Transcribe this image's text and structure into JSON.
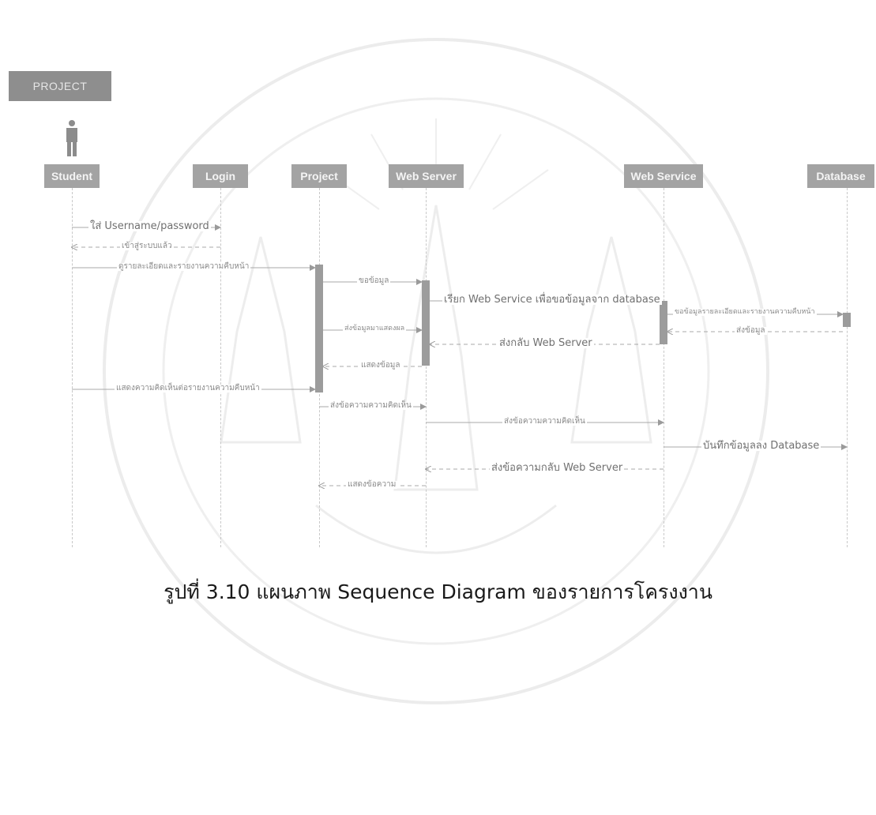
{
  "header": {
    "label": "PROJECT"
  },
  "lifelines": [
    {
      "id": "student",
      "label": "Student"
    },
    {
      "id": "login",
      "label": "Login"
    },
    {
      "id": "project",
      "label": "Project"
    },
    {
      "id": "webserver",
      "label": "Web Server"
    },
    {
      "id": "webservice",
      "label": "Web Service"
    },
    {
      "id": "database",
      "label": "Database"
    }
  ],
  "messages": {
    "m1": "ใส่ Username/password",
    "m2": "เข้าสู่ระบบแล้ว",
    "m3": "ดูรายละเอียดและรายงานความคืบหน้า",
    "m4": "ขอข้อมูล",
    "m5": "เรียก Web Service เพื่อขอข้อมูลจาก database",
    "m6": "ขอข้อมูลรายละเอียดและรายงานความคืบหน้า",
    "m7": "ส่งข้อมูล",
    "m8": "ส่งข้อมูลมาแสดงผล",
    "m9": "ส่งกลับ Web Server",
    "m10": "แสดงข้อมูล",
    "m11": "แสดงความคิดเห็นต่อรายงานความคืบหน้า",
    "m12": "ส่งข้อความความคิดเห็น",
    "m13": "ส่งข้อความความคิดเห็น",
    "m14": "บันทึกข้อมูลลง Database",
    "m15": "ส่งข้อความกลับ Web Server",
    "m16": "แสดงข้อความ"
  },
  "caption": "รูปที่ 3.10 แผนภาพ Sequence Diagram ของรายการโครงงาน",
  "colors": {
    "lifeline_box": "#a3a3a3",
    "activation": "#9c9c9c",
    "arrow": "#9a9a9a",
    "watermark": "#ececec"
  }
}
